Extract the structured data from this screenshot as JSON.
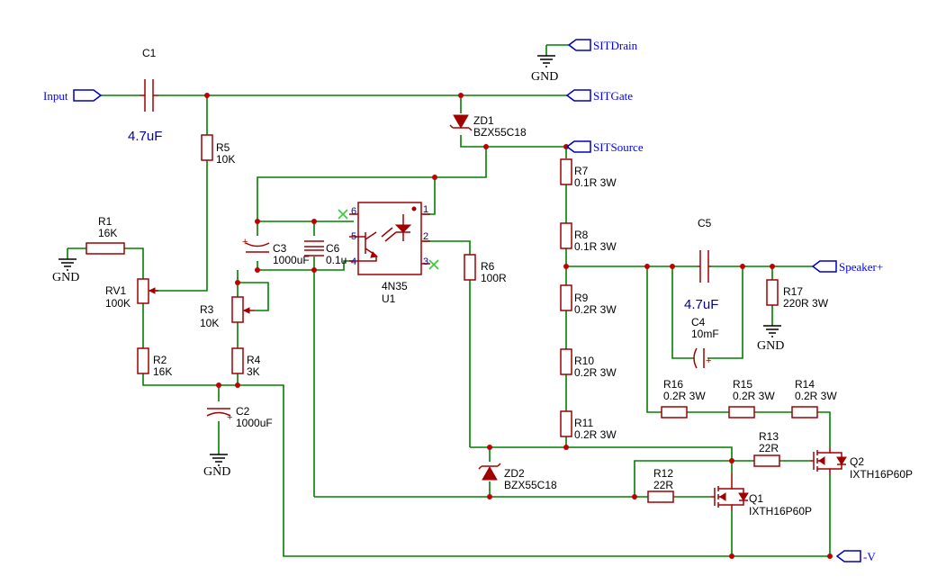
{
  "ports": {
    "input": "Input",
    "sit_drain": "SITDrain",
    "sit_gate": "SITGate",
    "sit_source": "SITSource",
    "speaker_plus": "Speaker+",
    "neg_v": "-V"
  },
  "ground_label": "GND",
  "components": {
    "c1": {
      "ref": "C1",
      "value": "4.7uF"
    },
    "c2": {
      "ref": "C2",
      "value": "1000uF"
    },
    "c3": {
      "ref": "C3",
      "value": "1000uF"
    },
    "c4": {
      "ref": "C4",
      "value": "10mF"
    },
    "c5": {
      "ref": "C5",
      "value": "4.7uF"
    },
    "c6": {
      "ref": "C6",
      "value": "0.1u"
    },
    "r1": {
      "ref": "R1",
      "value": "16K"
    },
    "r2": {
      "ref": "R2",
      "value": "16K"
    },
    "r3": {
      "ref": "R3",
      "value": "10K"
    },
    "r4": {
      "ref": "R4",
      "value": "3K"
    },
    "r5": {
      "ref": "R5",
      "value": "10K"
    },
    "r6": {
      "ref": "R6",
      "value": "100R"
    },
    "r7": {
      "ref": "R7",
      "value": "0.1R 3W"
    },
    "r8": {
      "ref": "R8",
      "value": "0.1R 3W"
    },
    "r9": {
      "ref": "R9",
      "value": "0.2R 3W"
    },
    "r10": {
      "ref": "R10",
      "value": "0.2R 3W"
    },
    "r11": {
      "ref": "R11",
      "value": "0.2R 3W"
    },
    "r12": {
      "ref": "R12",
      "value": "22R"
    },
    "r13": {
      "ref": "R13",
      "value": "22R"
    },
    "r14": {
      "ref": "R14",
      "value": "0.2R 3W"
    },
    "r15": {
      "ref": "R15",
      "value": "0.2R 3W"
    },
    "r16": {
      "ref": "R16",
      "value": "0.2R 3W"
    },
    "r17": {
      "ref": "R17",
      "value": "220R 3W"
    },
    "rv1": {
      "ref": "RV1",
      "value": "100K"
    },
    "zd1": {
      "ref": "ZD1",
      "value": "BZX55C18"
    },
    "zd2": {
      "ref": "ZD2",
      "value": "BZX55C18"
    },
    "q1": {
      "ref": "Q1",
      "value": "IXTH16P60P"
    },
    "q2": {
      "ref": "Q2",
      "value": "IXTH16P60P"
    },
    "u1": {
      "ref": "U1",
      "value": "4N35",
      "pins": [
        "1",
        "2",
        "3",
        "4",
        "5",
        "6"
      ]
    }
  },
  "polarity_mark": "+",
  "colors": {
    "wire": "#008000",
    "component": "#a00000",
    "junction": "#c00000",
    "port": "#0000c0",
    "no_connect": "#33cc33"
  }
}
